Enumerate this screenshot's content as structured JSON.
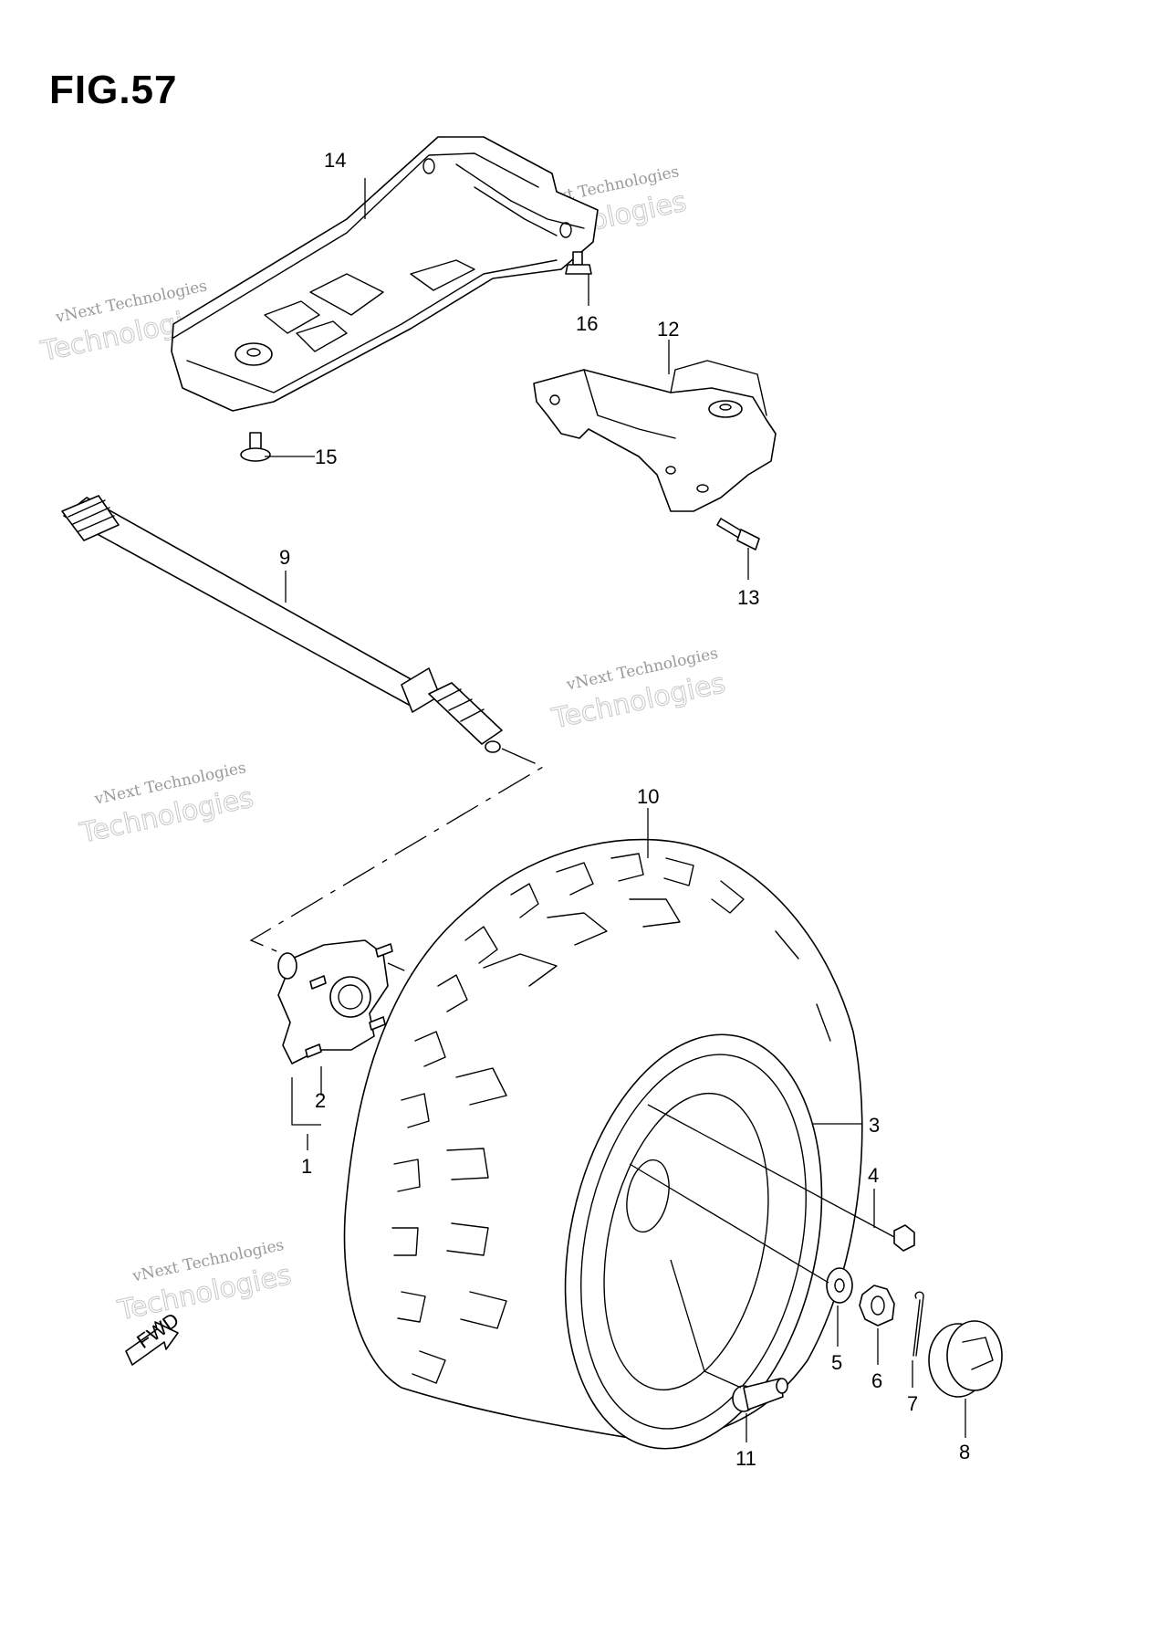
{
  "figure": {
    "title": "FIG.57"
  },
  "watermark": {
    "company_line": "vNext Technologies",
    "large_word": "Technologies"
  },
  "forward_arrow": {
    "label": "FWD"
  },
  "callouts": [
    {
      "id": "14",
      "name": "skid-plate"
    },
    {
      "id": "16",
      "name": "bolt"
    },
    {
      "id": "12",
      "name": "bracket"
    },
    {
      "id": "15",
      "name": "bolt"
    },
    {
      "id": "9",
      "name": "axle-shaft"
    },
    {
      "id": "13",
      "name": "bolt"
    },
    {
      "id": "10",
      "name": "tire"
    },
    {
      "id": "3",
      "name": "wheel-rim"
    },
    {
      "id": "2",
      "name": "stud"
    },
    {
      "id": "1",
      "name": "hub-assembly"
    },
    {
      "id": "4",
      "name": "wheel-nut"
    },
    {
      "id": "5",
      "name": "washer"
    },
    {
      "id": "6",
      "name": "castle-nut"
    },
    {
      "id": "7",
      "name": "cotter-pin"
    },
    {
      "id": "8",
      "name": "hub-cap"
    },
    {
      "id": "11",
      "name": "valve"
    }
  ]
}
